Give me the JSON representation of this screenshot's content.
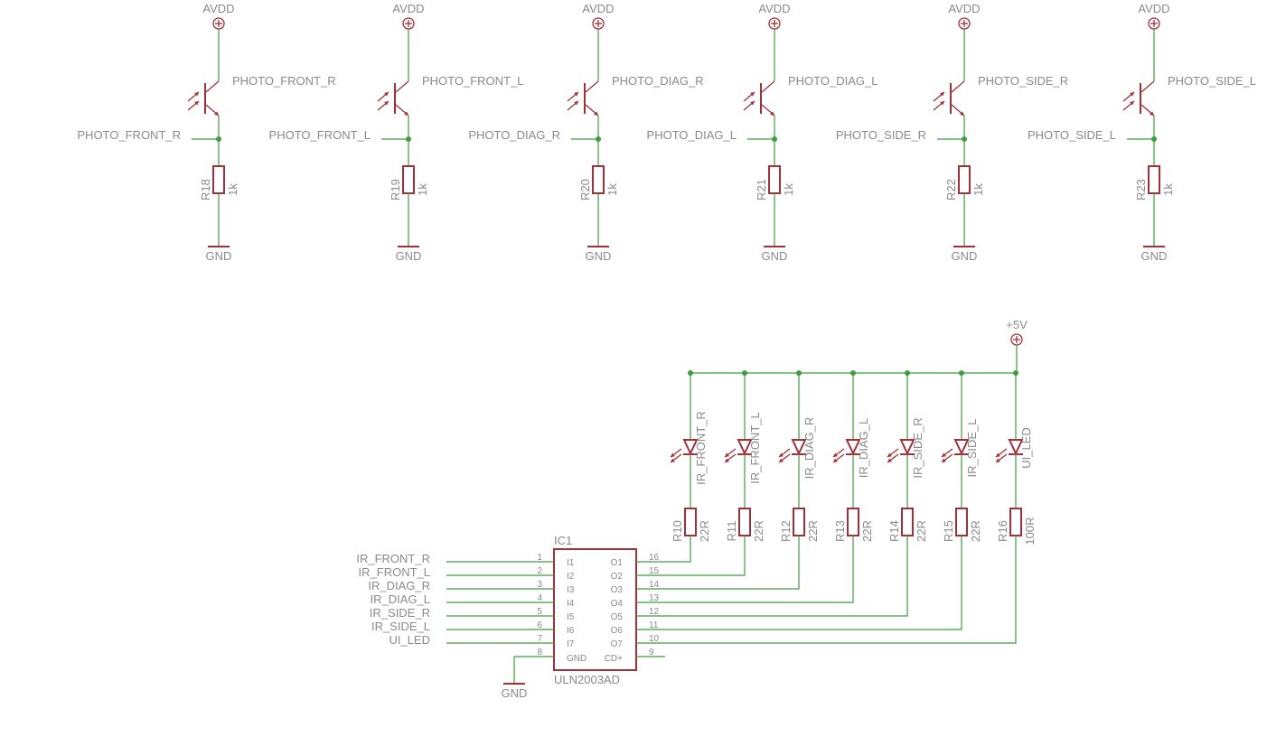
{
  "photo_stages": [
    {
      "supply": "AVDD",
      "transistor_label": "PHOTO_FRONT_R",
      "net_label": "PHOTO_FRONT_R",
      "resistor_name": "R18",
      "resistor_value": "1k",
      "ground": "GND"
    },
    {
      "supply": "AVDD",
      "transistor_label": "PHOTO_FRONT_L",
      "net_label": "PHOTO_FRONT_L",
      "resistor_name": "R19",
      "resistor_value": "1k",
      "ground": "GND"
    },
    {
      "supply": "AVDD",
      "transistor_label": "PHOTO_DIAG_R",
      "net_label": "PHOTO_DIAG_R",
      "resistor_name": "R20",
      "resistor_value": "1k",
      "ground": "GND"
    },
    {
      "supply": "AVDD",
      "transistor_label": "PHOTO_DIAG_L",
      "net_label": "PHOTO_DIAG_L",
      "resistor_name": "R21",
      "resistor_value": "1k",
      "ground": "GND"
    },
    {
      "supply": "AVDD",
      "transistor_label": "PHOTO_SIDE_R",
      "net_label": "PHOTO_SIDE_R",
      "resistor_name": "R22",
      "resistor_value": "1k",
      "ground": "GND"
    },
    {
      "supply": "AVDD",
      "transistor_label": "PHOTO_SIDE_L",
      "net_label": "PHOTO_SIDE_L",
      "resistor_name": "R23",
      "resistor_value": "1k",
      "ground": "GND"
    }
  ],
  "driver": {
    "supply": "+5V",
    "ic_name": "IC1",
    "ic_part": "ULN2003AD",
    "gnd_pin_label": "GND",
    "cd_pin_label": "CD+",
    "gnd_pin_number": "8",
    "cd_pin_number": "9",
    "ground_label": "GND",
    "channels": [
      {
        "input_net": "IR_FRONT_R",
        "in_pin": "1",
        "in_label": "I1",
        "out_label": "O1",
        "out_pin": "16",
        "led": "IR_FRONT_R",
        "resistor_name": "R10",
        "resistor_value": "22R"
      },
      {
        "input_net": "IR_FRONT_L",
        "in_pin": "2",
        "in_label": "I2",
        "out_label": "O2",
        "out_pin": "15",
        "led": "IR_FRONT_L",
        "resistor_name": "R11",
        "resistor_value": "22R"
      },
      {
        "input_net": "IR_DIAG_R",
        "in_pin": "3",
        "in_label": "I3",
        "out_label": "O3",
        "out_pin": "14",
        "led": "IR_DIAG_R",
        "resistor_name": "R12",
        "resistor_value": "22R"
      },
      {
        "input_net": "IR_DIAG_L",
        "in_pin": "4",
        "in_label": "I4",
        "out_label": "O4",
        "out_pin": "13",
        "led": "IR_DIAG_L",
        "resistor_name": "R13",
        "resistor_value": "22R"
      },
      {
        "input_net": "IR_SIDE_R",
        "in_pin": "5",
        "in_label": "I5",
        "out_label": "O5",
        "out_pin": "12",
        "led": "IR_SIDE_R",
        "resistor_name": "R14",
        "resistor_value": "22R"
      },
      {
        "input_net": "IR_SIDE_L",
        "in_pin": "6",
        "in_label": "I6",
        "out_label": "O6",
        "out_pin": "11",
        "led": "IR_SIDE_L",
        "resistor_name": "R15",
        "resistor_value": "22R"
      },
      {
        "input_net": "UI_LED",
        "in_pin": "7",
        "in_label": "I7",
        "out_label": "O7",
        "out_pin": "10",
        "led": "UI_LED",
        "resistor_name": "R16",
        "resistor_value": "100R"
      }
    ]
  },
  "colors": {
    "wire": "#3f9c3f",
    "part": "#a0313b",
    "text": "#8a8a8a"
  }
}
